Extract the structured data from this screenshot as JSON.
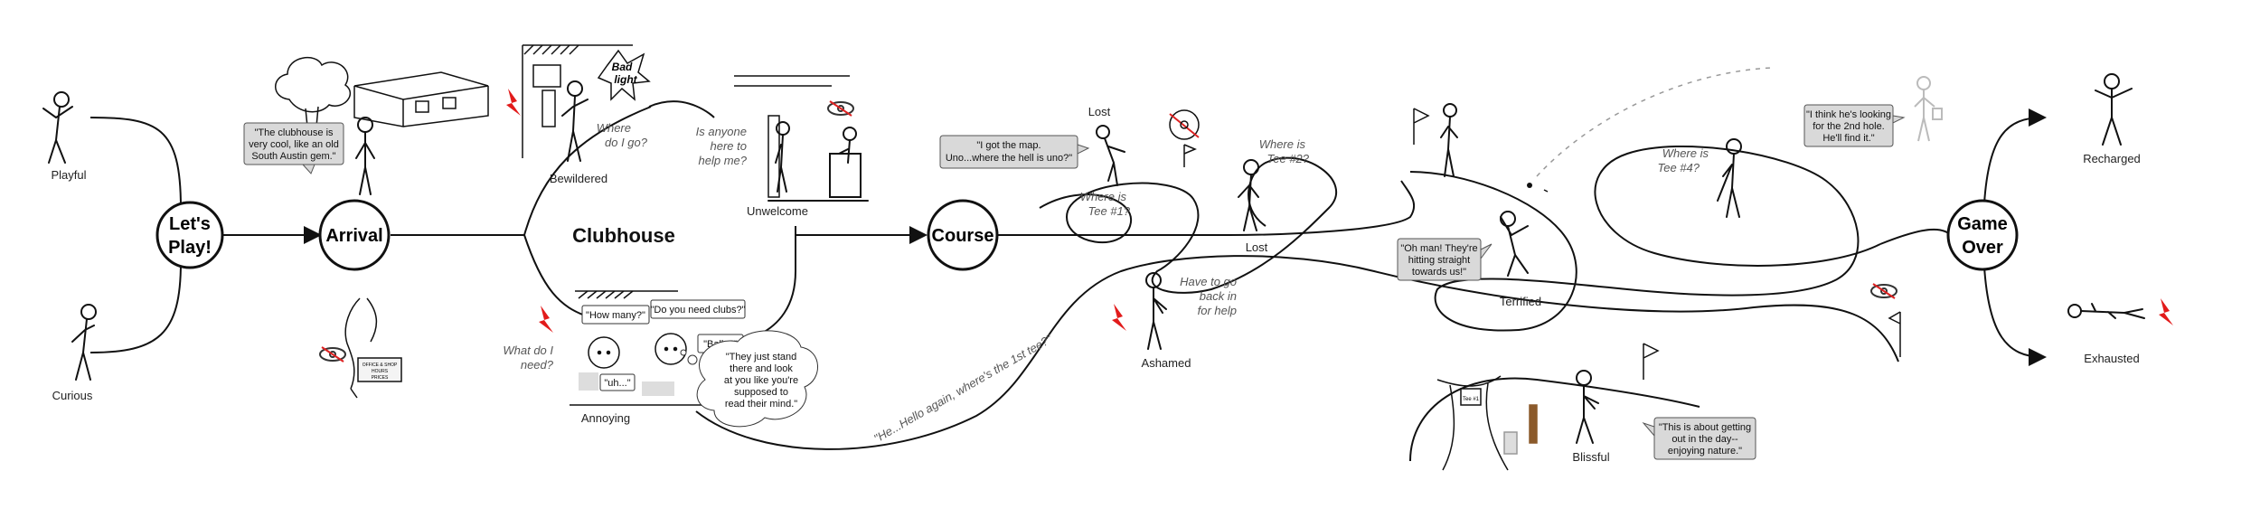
{
  "nodes": {
    "lets_play": [
      "Let's",
      "Play!"
    ],
    "arrival": "Arrival",
    "clubhouse": "Clubhouse",
    "course": "Course",
    "game_over": [
      "Game",
      "Over"
    ]
  },
  "emotions": {
    "playful": "Playful",
    "curious": "Curious",
    "bewildered": "Bewildered",
    "unwelcome": "Unwelcome",
    "annoying": "Annoying",
    "lost_1": "Lost",
    "lost_2": "Lost",
    "ashamed": "Ashamed",
    "terrified": "Terrified",
    "blissful": "Blissful",
    "recharged": "Recharged",
    "exhausted": "Exhausted"
  },
  "thoughts": {
    "where_go": [
      "Where",
      "do I go?"
    ],
    "anyone": [
      "Is anyone",
      "here to",
      "help me?"
    ],
    "what_need": [
      "What do I",
      "need?"
    ],
    "tee1": [
      "Where is",
      "Tee #1?"
    ],
    "tee2": [
      "Where is",
      "Tee #2?"
    ],
    "tee4": [
      "Where is",
      "Tee #4?"
    ],
    "go_back": [
      "Have to go",
      "back in",
      "for help"
    ],
    "hello_again": "\"He...Hello again, where's the 1st tee?\""
  },
  "bubbles": {
    "clubhouse_cool": [
      "\"The clubhouse is",
      "very cool, like an old",
      "South Austin gem.\""
    ],
    "got_map": [
      "\"I got the map.",
      "Uno...where the hell is uno?\""
    ],
    "looking_2nd": [
      "\"I think he's looking",
      "for the 2nd hole.",
      "He'll find it.\""
    ],
    "hitting": [
      "\"Oh man! They're",
      "hitting straight",
      "towards us!\""
    ],
    "getting_out": [
      "\"This is about getting",
      "out in the day--",
      "enjoying nature.\""
    ],
    "how_many": "\"How many?\"",
    "need_clubs": "\"Do you need clubs?\"",
    "balls": "\"Balls?\"",
    "uh": "\"uh...\"",
    "stand_there": [
      "\"They just stand",
      "there and look",
      "at you like you're",
      "supposed to",
      "read their mind.\""
    ]
  },
  "signs": {
    "bad_light": [
      "Bad",
      "light"
    ],
    "tee_sign": "Tee #1",
    "hours_sign": [
      "OFFICE & SHOP",
      "HOURS",
      "PRICES"
    ]
  }
}
